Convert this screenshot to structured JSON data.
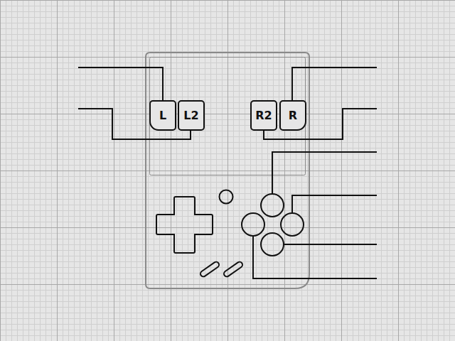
{
  "diagram": {
    "nodes": [
      {
        "text": [
          "L"
        ]
      },
      {
        "text": [
          "L2"
        ]
      },
      {
        "text": [
          "R2"
        ]
      },
      {
        "text": [
          "R"
        ]
      }
    ]
  }
}
